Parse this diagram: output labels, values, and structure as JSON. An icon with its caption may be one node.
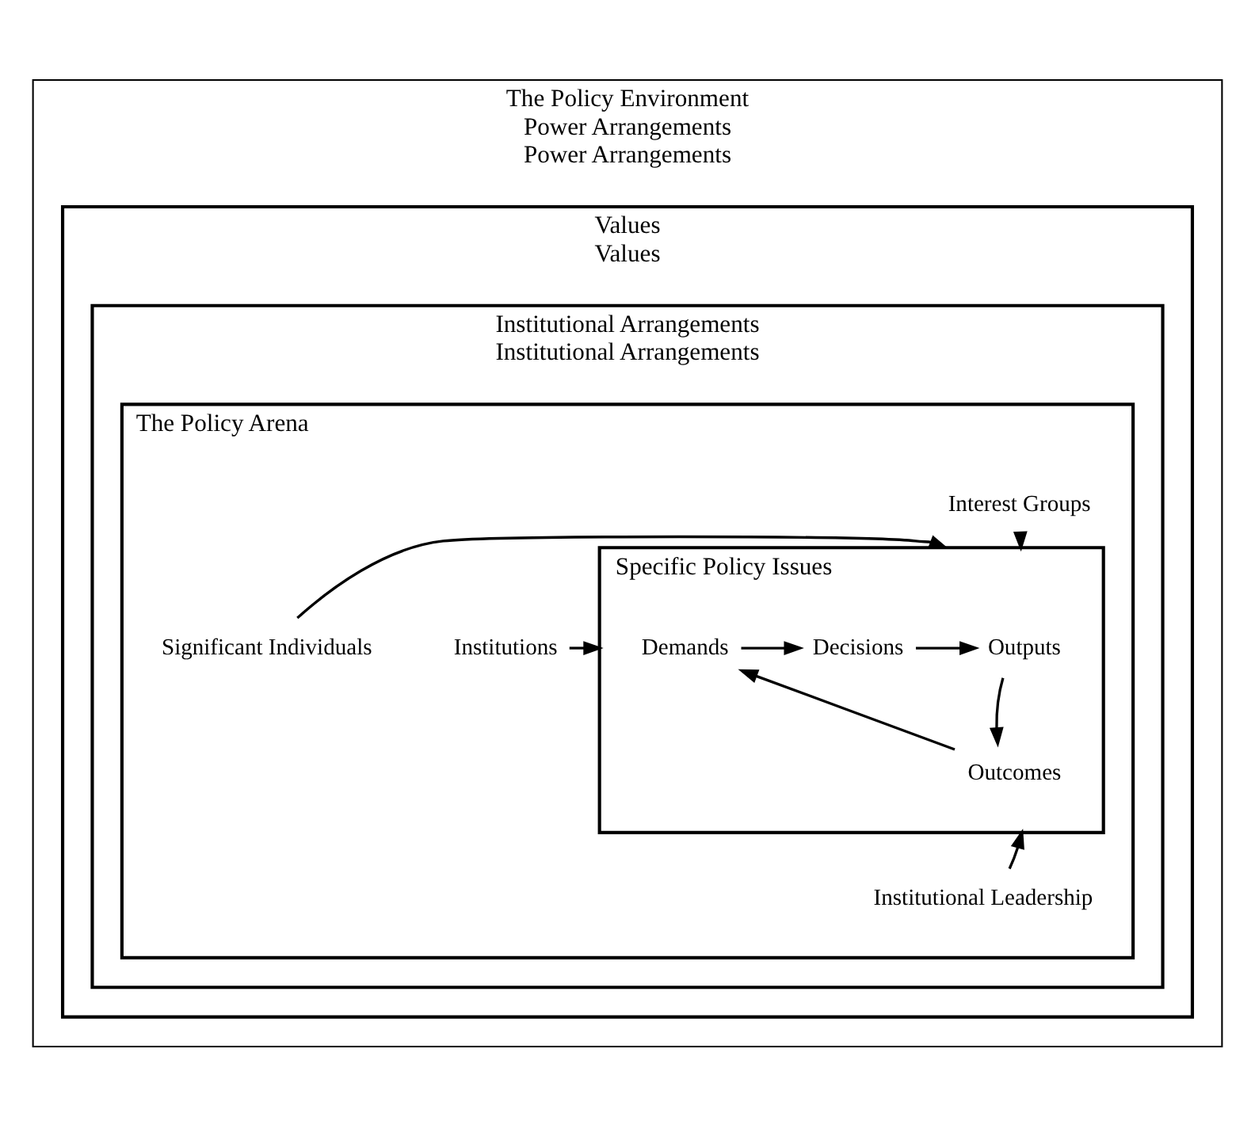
{
  "diagram": {
    "nodes": [
      {
        "text": [
          "The Policy Environment",
          "Power Arrangements",
          "Power Arrangements"
        ]
      },
      {
        "text": [
          "Values",
          "Values"
        ],
        "in": 0
      },
      {
        "text": [
          "Institutional Arrangements",
          "Institutional Arrangements"
        ],
        "in": 1
      },
      {
        "text": [
          "The Policy Arena"
        ],
        "in": 2
      },
      {
        "text": [
          "Interest Groups"
        ],
        "in": 3
      },
      {
        "text": [
          "Institutions"
        ],
        "in": 3
      },
      {
        "text": [
          "Specific Policy Issues"
        ],
        "in": 3
      },
      {
        "text": [
          "Demands"
        ],
        "in": 6
      },
      {
        "text": [
          "Decisions"
        ],
        "in": 6
      },
      {
        "text": [
          "Outputs"
        ],
        "in": 6
      },
      {
        "text": [
          "Outcomes"
        ],
        "in": 6
      },
      {
        "text": [
          "Significant Individuals"
        ],
        "in": 3
      },
      {
        "text": [
          "Institutional Leadership"
        ],
        "in": 3
      }
    ],
    "edges": [
      {
        "from": 4,
        "to": 6,
        "arrow": "to"
      },
      {
        "from": 5,
        "to": 6,
        "arrow": "to"
      },
      {
        "from": 7,
        "to": 8,
        "arrow": "to"
      },
      {
        "from": 8,
        "to": 9,
        "arrow": "to"
      },
      {
        "from": 11,
        "to": 6,
        "arrow": "to"
      },
      {
        "from": 9,
        "to": 10,
        "arrow": "to"
      },
      {
        "from": 10,
        "to": 7,
        "arrow": "to"
      },
      {
        "from": 12,
        "to": 6,
        "arrow": "to"
      }
    ]
  }
}
